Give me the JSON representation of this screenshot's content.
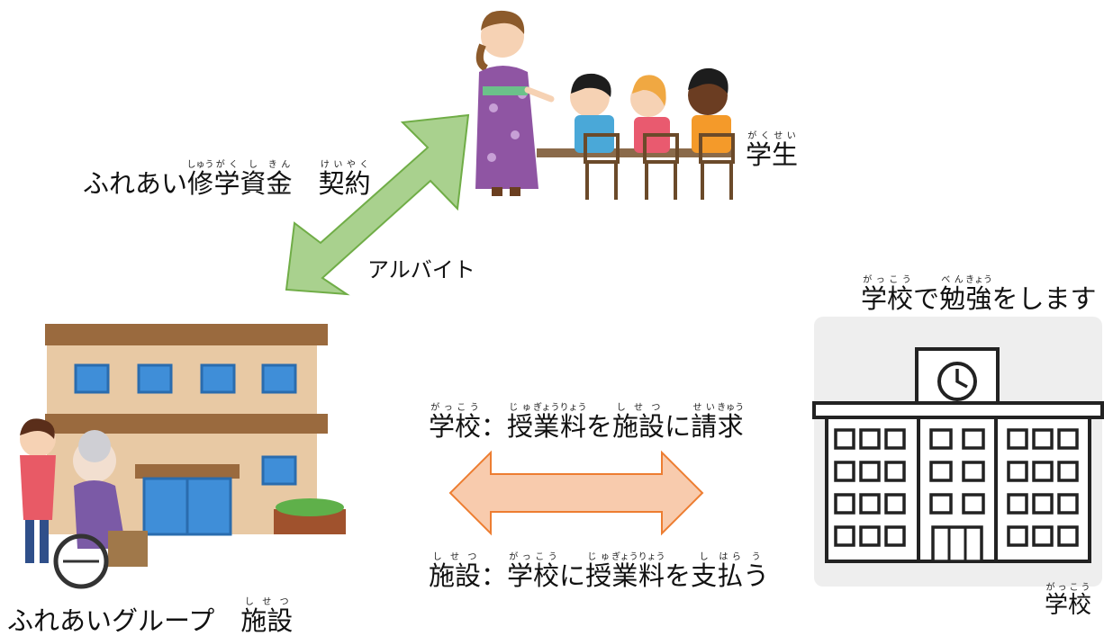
{
  "contract_label": {
    "prefix": "ふれあい",
    "chars": [
      {
        "base": "修",
        "rt": "しゅう"
      },
      {
        "base": "学",
        "rt": "がく"
      },
      {
        "base": "資",
        "rt": "し"
      },
      {
        "base": "金",
        "rt": "きん"
      },
      {
        "base": "　",
        "rt": ""
      },
      {
        "base": "契",
        "rt": "けい"
      },
      {
        "base": "約",
        "rt": "やく"
      }
    ]
  },
  "student_label": {
    "base": "学生",
    "rt": "がくせい"
  },
  "arbeit_label": "アルバイト",
  "study_label": {
    "parts": [
      {
        "base": "学校",
        "rt": "がっこう"
      },
      {
        "base": "で",
        "rt": ""
      },
      {
        "base": "勉",
        "rt": "べん"
      },
      {
        "base": "強",
        "rt": "きょう"
      },
      {
        "base": "をします",
        "rt": ""
      }
    ]
  },
  "school_caption": {
    "base": "学校",
    "rt": "がっこう"
  },
  "facility_caption": {
    "prefix": "ふれあいグループ　",
    "base": "施設",
    "rt": "しせつ"
  },
  "invoice_label": {
    "parts": [
      {
        "base": "学校",
        "rt": "がっこう"
      },
      {
        "base": "：",
        "rt": ""
      },
      {
        "base": "授",
        "rt": "じゅ"
      },
      {
        "base": "業",
        "rt": "ぎょう"
      },
      {
        "base": "料",
        "rt": "りょう"
      },
      {
        "base": "を",
        "rt": ""
      },
      {
        "base": "施設",
        "rt": "しせつ"
      },
      {
        "base": "に",
        "rt": ""
      },
      {
        "base": "請",
        "rt": "せい"
      },
      {
        "base": "求",
        "rt": "きゅう"
      }
    ]
  },
  "payment_label": {
    "parts": [
      {
        "base": "施設",
        "rt": "しせつ"
      },
      {
        "base": "：",
        "rt": ""
      },
      {
        "base": "学校",
        "rt": "がっこう"
      },
      {
        "base": "に",
        "rt": ""
      },
      {
        "base": "授",
        "rt": "じゅ"
      },
      {
        "base": "業",
        "rt": "ぎょう"
      },
      {
        "base": "料",
        "rt": "りょう"
      },
      {
        "base": "を",
        "rt": ""
      },
      {
        "base": "支",
        "rt": "し"
      },
      {
        "base": "払",
        "rt": "はら"
      },
      {
        "base": "う",
        "rt": "う"
      }
    ]
  },
  "colors": {
    "green_arrow": "#a9d18e",
    "green_arrow_stroke": "#70ad47",
    "orange_arrow": "#f8cbad",
    "orange_arrow_stroke": "#ed7d31"
  }
}
